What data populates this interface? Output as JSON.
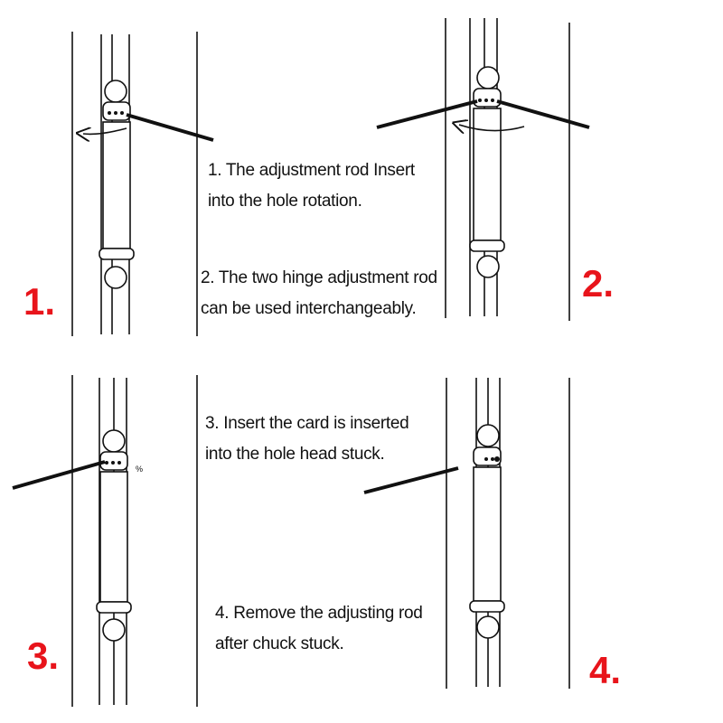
{
  "instructions": [
    {
      "line1": "1. The adjustment rod Insert",
      "line2": "into the hole rotation."
    },
    {
      "line1": "2. The two hinge adjustment rod",
      "line2": "can be used interchangeably."
    },
    {
      "line1": "3. Insert the card is inserted",
      "line2": "into the hole head stuck."
    },
    {
      "line1": "4. Remove the adjusting rod",
      "line2": "after chuck stuck."
    }
  ],
  "step_labels": [
    "1.",
    "2.",
    "3.",
    "4."
  ],
  "colors": {
    "label": "#e8141b",
    "line": "#111111"
  }
}
